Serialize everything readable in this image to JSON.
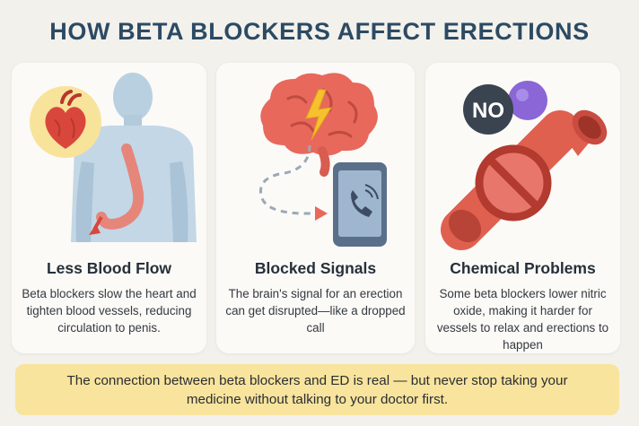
{
  "title": "HOW BETA BLOCKERS AFFECT ERECTIONS",
  "cards": [
    {
      "heading": "Less Blood Flow",
      "body": "Beta blockers slow the heart and tighten blood vessels, reducing circulation to penis.",
      "icons": [
        "human-torso-icon",
        "heart-icon",
        "blood-flow-arrow-icon"
      ]
    },
    {
      "heading": "Blocked Signals",
      "body": "The brain's signal for an erection can get disrupted—like a dropped call",
      "icons": [
        "brain-icon",
        "lightning-bolt-icon",
        "phone-call-icon"
      ]
    },
    {
      "heading": "Chemical Problems",
      "body": "Some beta blockers lower nitric oxide, making it harder for vessels to relax and erections to happen",
      "molecule_label": "NO",
      "icons": [
        "nitric-oxide-molecule-icon",
        "blood-vessel-icon",
        "no-symbol-icon"
      ]
    }
  ],
  "footer": {
    "text": "The connection between beta blockers and ED is real — but never stop taking your medicine without talking to your doctor first."
  },
  "colors": {
    "title": "#2c4a63",
    "footer_bg": "#f8e49d",
    "heart": "#d9473c",
    "brain": "#e8685c",
    "vessel": "#e06050",
    "molecule_purple": "#8a66d6",
    "molecule_dark": "#3a4450",
    "phone": "#5a6f8a"
  }
}
